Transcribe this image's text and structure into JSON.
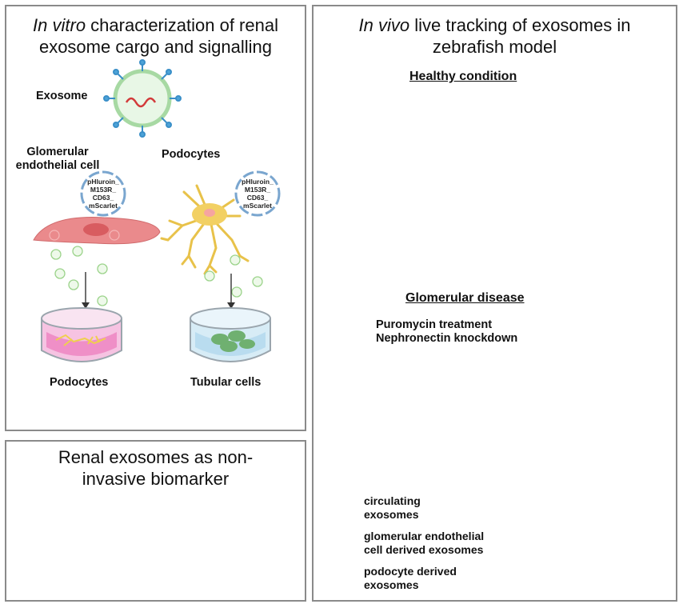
{
  "panel_invitro": {
    "title_em": "In vitro",
    "title_rest_line1": " characterization of renal",
    "title_line2": "exosome cargo and signalling",
    "exosome_label": "Exosome",
    "gec_label_line1": "Glomerular",
    "gec_label_line2": "endothelial cell",
    "podocytes_label": "Podocytes",
    "plasmid_lines": [
      "pHluroin_",
      "M153R_",
      "CD63_",
      "mScarlet"
    ],
    "dish_left_label": "Podocytes",
    "dish_right_label": "Tubular cells"
  },
  "panel_biomarker": {
    "title_line1": "Renal exosomes as non-",
    "title_line2": "invasive biomarker"
  },
  "panel_invivo": {
    "title_em": "In vivo",
    "title_rest_line1": " live tracking of exosomes in",
    "title_line2": "zebrafish model",
    "healthy_label": "Healthy condition",
    "disease_label": "Glomerular disease",
    "treatment_line1": "Puromycin treatment",
    "treatment_line2": "Nephronectin knockdown",
    "legend": [
      {
        "line1": "circulating",
        "line2": "exosomes",
        "color": "#8fd47a"
      },
      {
        "line1": "glomerular endothelial",
        "line2": "cell derived exosomes",
        "color": "#8a4a3a"
      },
      {
        "line1": "podocyte derived",
        "line2": "exosomes",
        "color": "#f2a9b4"
      }
    ]
  },
  "colors": {
    "panel_border": "#8a8a8a",
    "exosome_green": "#8fd47a",
    "endothelial_pink": "#e8868a",
    "podocyte_yellow": "#f0cf5e",
    "dish_pink": "#ef8fc7",
    "dish_blue": "#b9dcef",
    "heatmap_purple": "#5a58b8"
  }
}
